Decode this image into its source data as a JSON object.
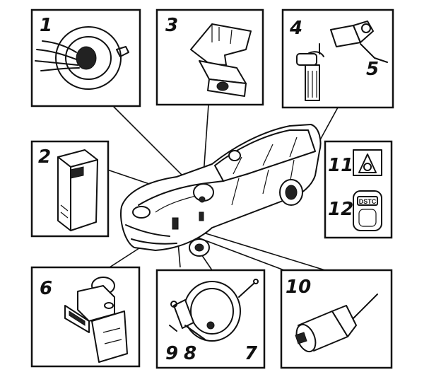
{
  "diagram": {
    "callouts": [
      {
        "id": "1",
        "label": "1"
      },
      {
        "id": "2",
        "label": "2"
      },
      {
        "id": "3",
        "label": "3"
      },
      {
        "id": "4",
        "label": "4"
      },
      {
        "id": "5",
        "label": "5"
      },
      {
        "id": "6",
        "label": "6"
      },
      {
        "id": "7",
        "label": "7"
      },
      {
        "id": "8",
        "label": "8"
      },
      {
        "id": "9",
        "label": "9"
      },
      {
        "id": "10",
        "label": "10"
      },
      {
        "id": "11",
        "label": "11"
      },
      {
        "id": "12",
        "label": "12"
      }
    ],
    "dstc_button_text": "DSTC"
  }
}
